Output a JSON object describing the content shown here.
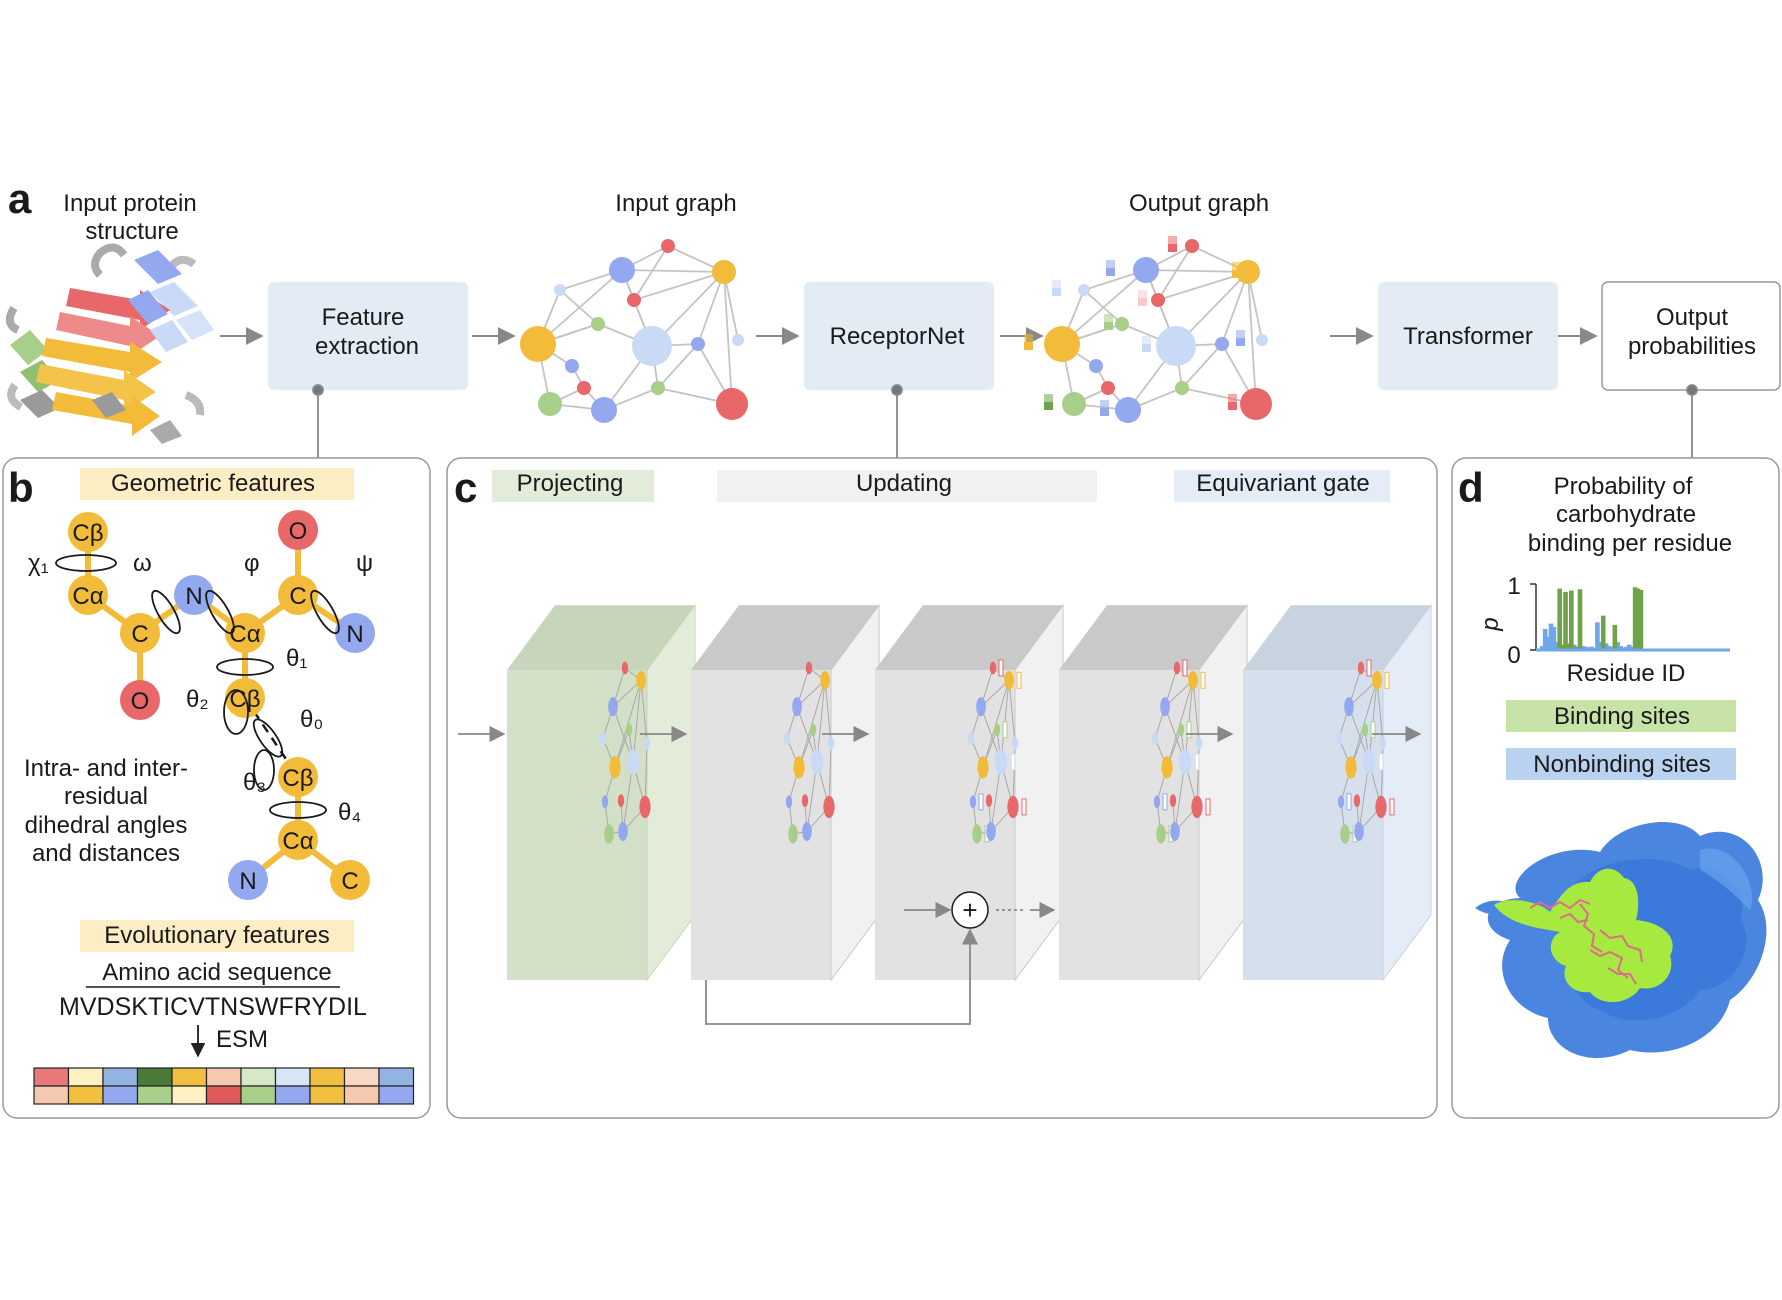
{
  "panel_letters": [
    "a",
    "b",
    "c",
    "d"
  ],
  "panel_a": {
    "input_protein_line1": "Input protein",
    "input_protein_line2": "structure",
    "feature_extraction_line1": "Feature",
    "feature_extraction_line2": "extraction",
    "input_graph": "Input graph",
    "receptornet": "ReceptorNet",
    "output_graph": "Output graph",
    "transformer": "Transformer",
    "output_prob_line1": "Output",
    "output_prob_line2": "probabilities"
  },
  "panel_b": {
    "geometric_features": "Geometric features",
    "atoms": {
      "cb1": "Cβ",
      "ca1": "Cα",
      "c1": "C",
      "o1": "O",
      "n1": "N",
      "ca2": "Cα",
      "c2": "C",
      "o2": "O",
      "n2": "N",
      "cb2": "Cβ",
      "cb3": "Cβ",
      "ca3": "Cα",
      "n3": "N",
      "c3": "C"
    },
    "angles": {
      "chi1": "χ₁",
      "omega": "ω",
      "phi": "φ",
      "psi": "ψ",
      "theta1": "θ₁",
      "theta2": "θ₂",
      "theta0": "θ₀",
      "theta3": "θ₃",
      "theta4": "θ₄"
    },
    "dihedral_line1": "Intra- and inter-",
    "dihedral_line2": "residual",
    "dihedral_line3": "dihedral angles",
    "dihedral_line4": "and distances",
    "evolutionary_features": "Evolutionary features",
    "amino_acid_sequence": "Amino acid sequence",
    "sequence": "MVDSKTICVTNSWFRYDIL",
    "esm": "ESM",
    "embedding_colors_row1": [
      "#e8787a",
      "#fdf0c2",
      "#93b3e3",
      "#4a7a3a",
      "#f2c040",
      "#f5c9b0",
      "#d5e8c8",
      "#d8e5f6",
      "#f2c040",
      "#f7d8c5",
      "#93b3e3"
    ],
    "embedding_colors_row2": [
      "#f5c9b0",
      "#f2c040",
      "#93a8ef",
      "#a8cf8a",
      "#fdf0c2",
      "#e05a5c",
      "#a8cf8a",
      "#93a8ef",
      "#f2c040",
      "#f5c9b0",
      "#93a8ef"
    ]
  },
  "panel_c": {
    "projecting": "Projecting",
    "updating": "Updating",
    "equivariant_gate": "Equivariant gate",
    "plus_symbol": "+"
  },
  "panel_d": {
    "title_line1": "Probability of",
    "title_line2": "carbohydrate",
    "title_line3": "binding per residue",
    "y_label": "p",
    "y_tick_top": "1",
    "y_tick_bottom": "0",
    "x_label": "Residue ID",
    "binding_sites": "Binding sites",
    "nonbinding_sites": "Nonbinding sites"
  },
  "colors": {
    "node_yellow": "#f2bc3a",
    "node_blue": "#93a8ef",
    "node_red": "#e8686a",
    "node_green": "#a8cf8a",
    "node_lightblue": "#c9daf6",
    "box_fill": "#e3ebf5",
    "projecting_fill": "#e2ecd8",
    "updating_fill": "#f1f1f1",
    "gate_fill": "#e4ecf8",
    "highlight_yellow": "#fcedc5",
    "binding_green": "#6fa249",
    "nonbinding_blue": "#6fa7ea"
  },
  "chart_data": {
    "type": "bar",
    "xlabel": "Residue ID",
    "ylabel": "p",
    "ylim": [
      0,
      1
    ],
    "series": [
      {
        "name": "Binding sites",
        "values": [
          0,
          0,
          0,
          0,
          0,
          0,
          0.93,
          0.08,
          0.88,
          0.1,
          0.9,
          0,
          0.05,
          0.92,
          0,
          0,
          0,
          0,
          0,
          0,
          0,
          0.52,
          0,
          0,
          0,
          0.38,
          0,
          0,
          0,
          0,
          0,
          0,
          0.95,
          0.93,
          0.91
        ]
      },
      {
        "name": "Nonbinding sites",
        "values": [
          0.06,
          0.32,
          0.2,
          0.4,
          0.35,
          0.12,
          0.0,
          0.0,
          0.0,
          0.0,
          0.0,
          0.08,
          0.0,
          0.0,
          0.06,
          0.05,
          0.04,
          0.05,
          0.03,
          0.42,
          0.12,
          0.0,
          0.1,
          0.06,
          0.05,
          0.0,
          0.12,
          0.06,
          0.04,
          0.05,
          0.08,
          0.05,
          0.0,
          0.0,
          0.0
        ]
      }
    ]
  }
}
